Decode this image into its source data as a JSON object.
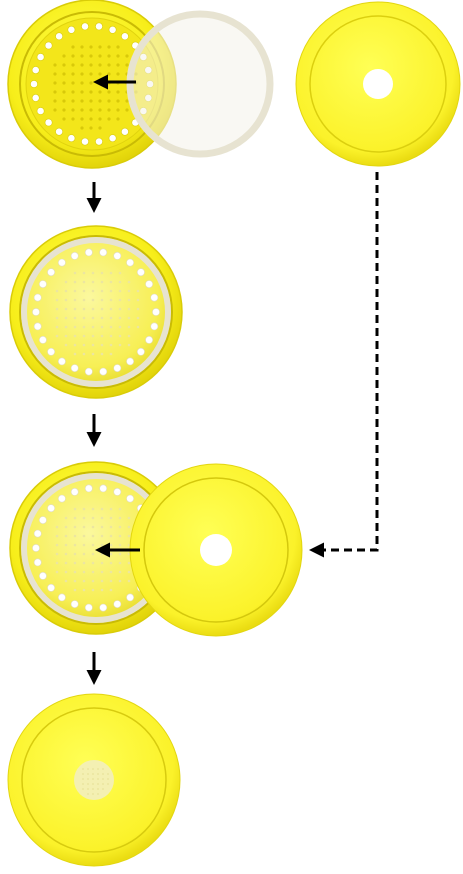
{
  "diagram": {
    "description_labels": [],
    "colors": {
      "base_yellow": "#f5eb14",
      "disc_yellow": "#ffff33",
      "filter_membrane": "#f2f0e6",
      "filter_ring": "#e6e1cf",
      "hole": "#ffffff",
      "arrow": "#000000"
    },
    "steps": [
      {
        "step": 1,
        "parts": [
          "perforated-base",
          "filter-membrane",
          "cap-disc"
        ]
      },
      {
        "step": 2,
        "parts": [
          "base-with-membrane"
        ]
      },
      {
        "step": 3,
        "parts": [
          "base-with-membrane",
          "cap-disc"
        ]
      },
      {
        "step": 4,
        "parts": [
          "assembled-unit"
        ]
      }
    ]
  }
}
